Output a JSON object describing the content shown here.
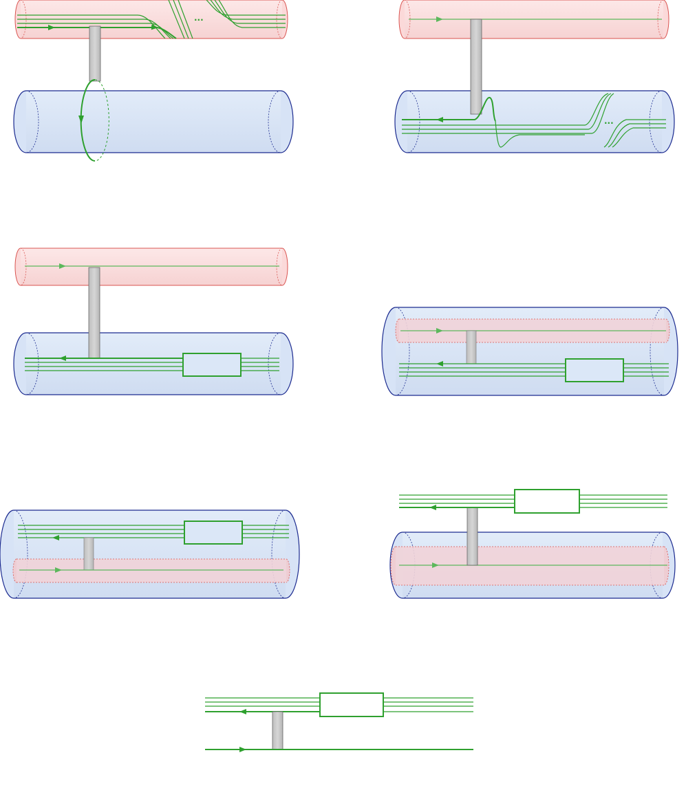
{
  "diagram": {
    "ellipsis_1": "...",
    "ellipsis_2": "...",
    "colors": {
      "red_tube_fill": "#fde2e2",
      "red_tube_stroke": "#d9534f",
      "blue_tube_fill": "#dbe7f7",
      "blue_tube_stroke": "#1b2a8f",
      "line_green": "#2ea02e",
      "connector_gray": "#c8c8c8",
      "connector_dark": "#555555"
    },
    "icons": {
      "direction_arrow": "arrowhead-icon"
    },
    "panels": [
      {
        "id": "p1",
        "kind": "red-above-blue-with-loop"
      },
      {
        "id": "p2",
        "kind": "red-above-blue-with-pulse"
      },
      {
        "id": "p3",
        "kind": "red-above-blue-with-box"
      },
      {
        "id": "p4",
        "kind": "red-inside-blue-top"
      },
      {
        "id": "p5",
        "kind": "red-inside-blue-bottom"
      },
      {
        "id": "p6",
        "kind": "lines-above-blue-red"
      },
      {
        "id": "p7",
        "kind": "lines-only"
      }
    ]
  }
}
